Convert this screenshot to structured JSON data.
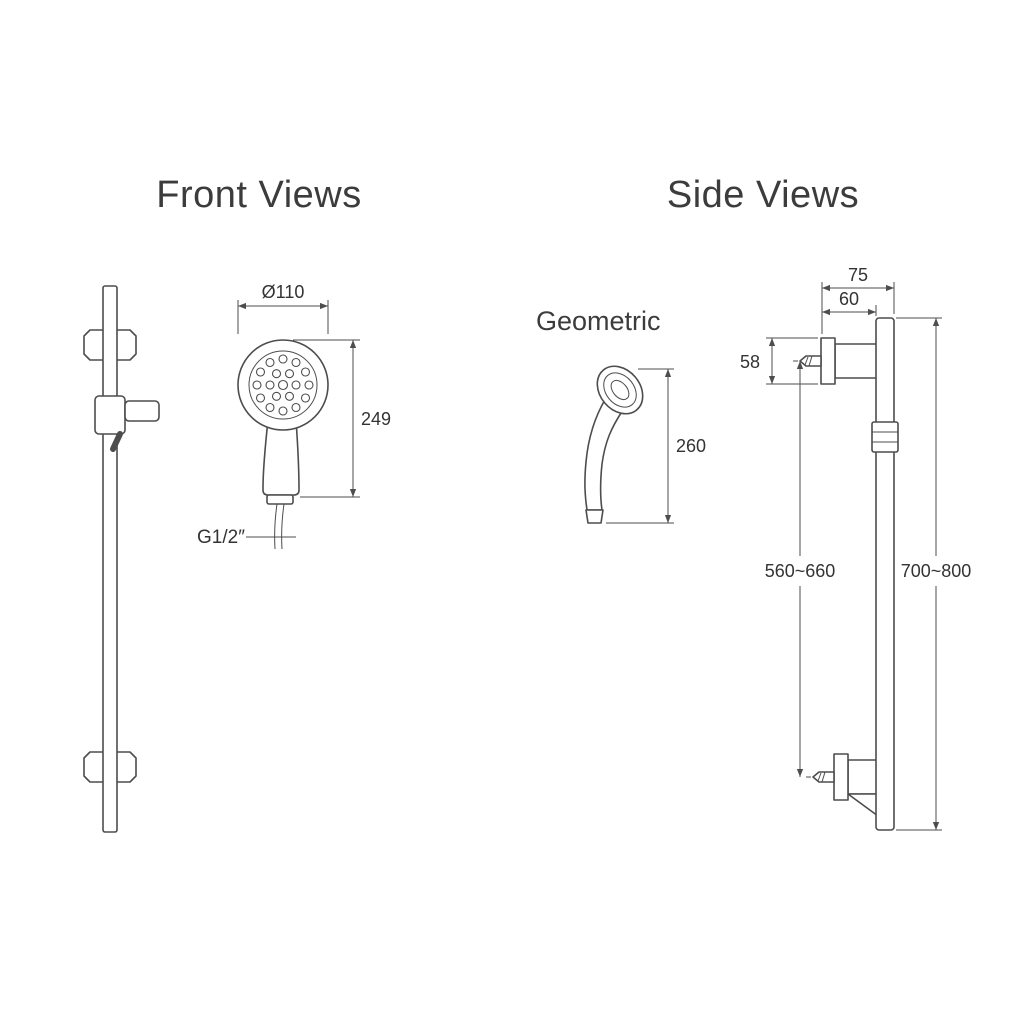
{
  "document": {
    "background_color": "#ffffff",
    "line_color": "#4d4d4d",
    "text_color": "#3c3c3c"
  },
  "front_view": {
    "title": "Front Views",
    "dimensions": {
      "head_diameter": "Ø110",
      "handshower_length": "249",
      "connection_thread": "G1/2″"
    }
  },
  "side_view": {
    "title": "Side Views",
    "spray_label": "Geometric",
    "dimensions": {
      "handshower_length": "260",
      "wall_to_bar_outer": "75",
      "wall_to_bar_inner": "60",
      "bracket_height": "58",
      "bracket_spacing": "560~660",
      "bar_length": "700~800"
    }
  }
}
